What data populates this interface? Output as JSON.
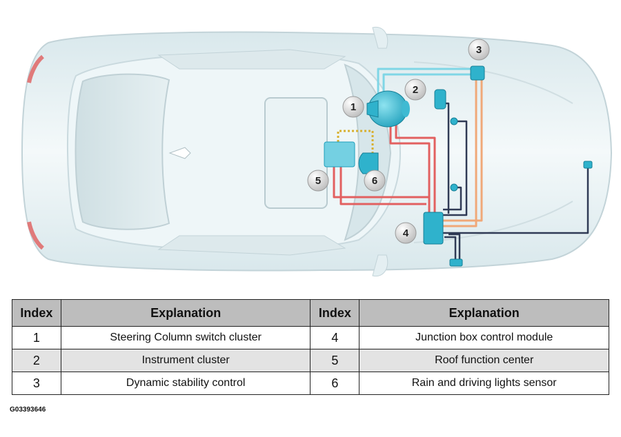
{
  "callouts": [
    {
      "number": "1"
    },
    {
      "number": "2"
    },
    {
      "number": "3"
    },
    {
      "number": "4"
    },
    {
      "number": "5"
    },
    {
      "number": "6"
    }
  ],
  "colors": {
    "can_bus_light_blue": "#7fd6e6",
    "red_wire": "#e26060",
    "orange_wire": "#f0a878",
    "dark_wire": "#2f3a55",
    "yellow_dotted": "#d8b030",
    "component_blue": "#2fb2cc",
    "car_body": "#e9f3f6"
  },
  "table": {
    "headers": [
      "Index",
      "Explanation",
      "Index",
      "Explanation"
    ],
    "rows": [
      {
        "left_index": "1",
        "left_text": "Steering Column switch cluster",
        "right_index": "4",
        "right_text": "Junction box control module"
      },
      {
        "left_index": "2",
        "left_text": "Instrument cluster",
        "right_index": "5",
        "right_text": "Roof function center"
      },
      {
        "left_index": "3",
        "left_text": "Dynamic stability control",
        "right_index": "6",
        "right_text": "Rain and driving lights sensor"
      }
    ]
  },
  "figure_code": "G03393646"
}
